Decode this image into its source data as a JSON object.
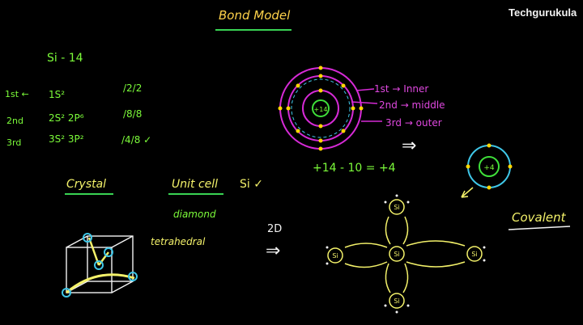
{
  "brand": "Techgurukula",
  "title": "Bond Model",
  "silicon": {
    "header": "Si - 14",
    "shells": [
      {
        "ord": "1st ←",
        "config": "1S²",
        "count": "/2/2"
      },
      {
        "ord": "2nd",
        "config": "2S² 2P⁶",
        "count": "/8/8"
      },
      {
        "ord": "3rd",
        "config": "3S² 3P²",
        "count": "/4/8 ✓"
      }
    ]
  },
  "orbit_labels": [
    {
      "ord": "1st",
      "name": "→ Inner"
    },
    {
      "ord": "2nd",
      "name": "→ middle"
    },
    {
      "ord": "3rd",
      "name": "→ outer"
    }
  ],
  "nucleus_label": "+14",
  "equation": "+14 - 10 = +4",
  "arrow_symbol": "⇒",
  "small_atom_label": "+4",
  "crystal_label": "Crystal",
  "unit_cell_label": "Unit cell",
  "si_check": "Si ✓",
  "diamond": "diamond",
  "tetrahedral": "tetrahedral",
  "two_d": "2D",
  "covalent": "Covalent",
  "atom_symbol": "Si",
  "colors": {
    "green": "#7CFC3A",
    "yellow": "#f4f26a",
    "magenta": "#d62ad6",
    "cyan": "#3fc7e8",
    "background": "#000000"
  }
}
